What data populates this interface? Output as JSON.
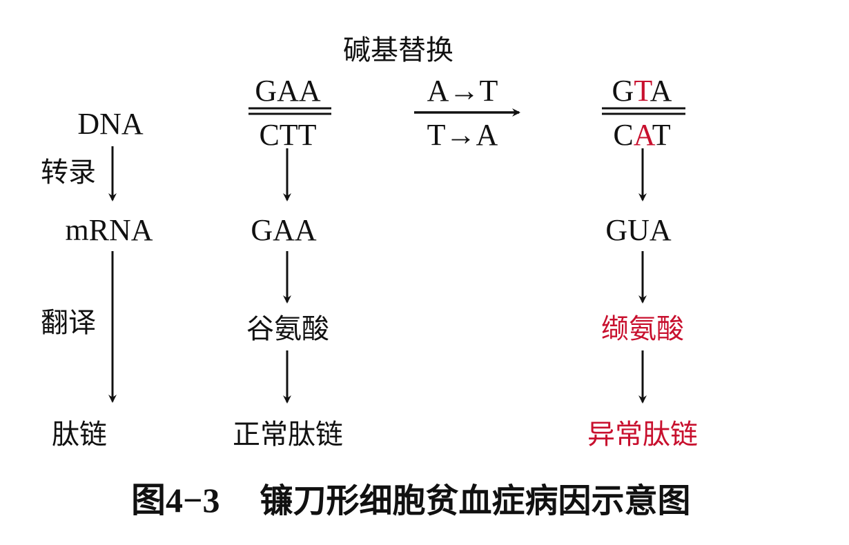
{
  "left_column": {
    "dna": "DNA",
    "transcription": "转录",
    "mrna": "mRNA",
    "translation": "翻译",
    "peptide": "肽链"
  },
  "substitution": {
    "title": "碱基替换",
    "top": "A→T",
    "bottom": "T→A"
  },
  "normal": {
    "dna_top": "GAA",
    "dna_bottom": "CTT",
    "mrna": "GAA",
    "amino_acid": "谷氨酸",
    "peptide": "正常肽链"
  },
  "mutant": {
    "dna_top_1": "G",
    "dna_top_2": "T",
    "dna_top_3": "A",
    "dna_bottom_1": "C",
    "dna_bottom_2": "A",
    "dna_bottom_3": "T",
    "mrna": "GUA",
    "amino_acid": "缬氨酸",
    "peptide": "异常肽链"
  },
  "caption": {
    "figure_num": "图4−3",
    "title": "镰刀形细胞贫血症病因示意图"
  },
  "colors": {
    "text": "#111111",
    "highlight": "#c8102e"
  }
}
